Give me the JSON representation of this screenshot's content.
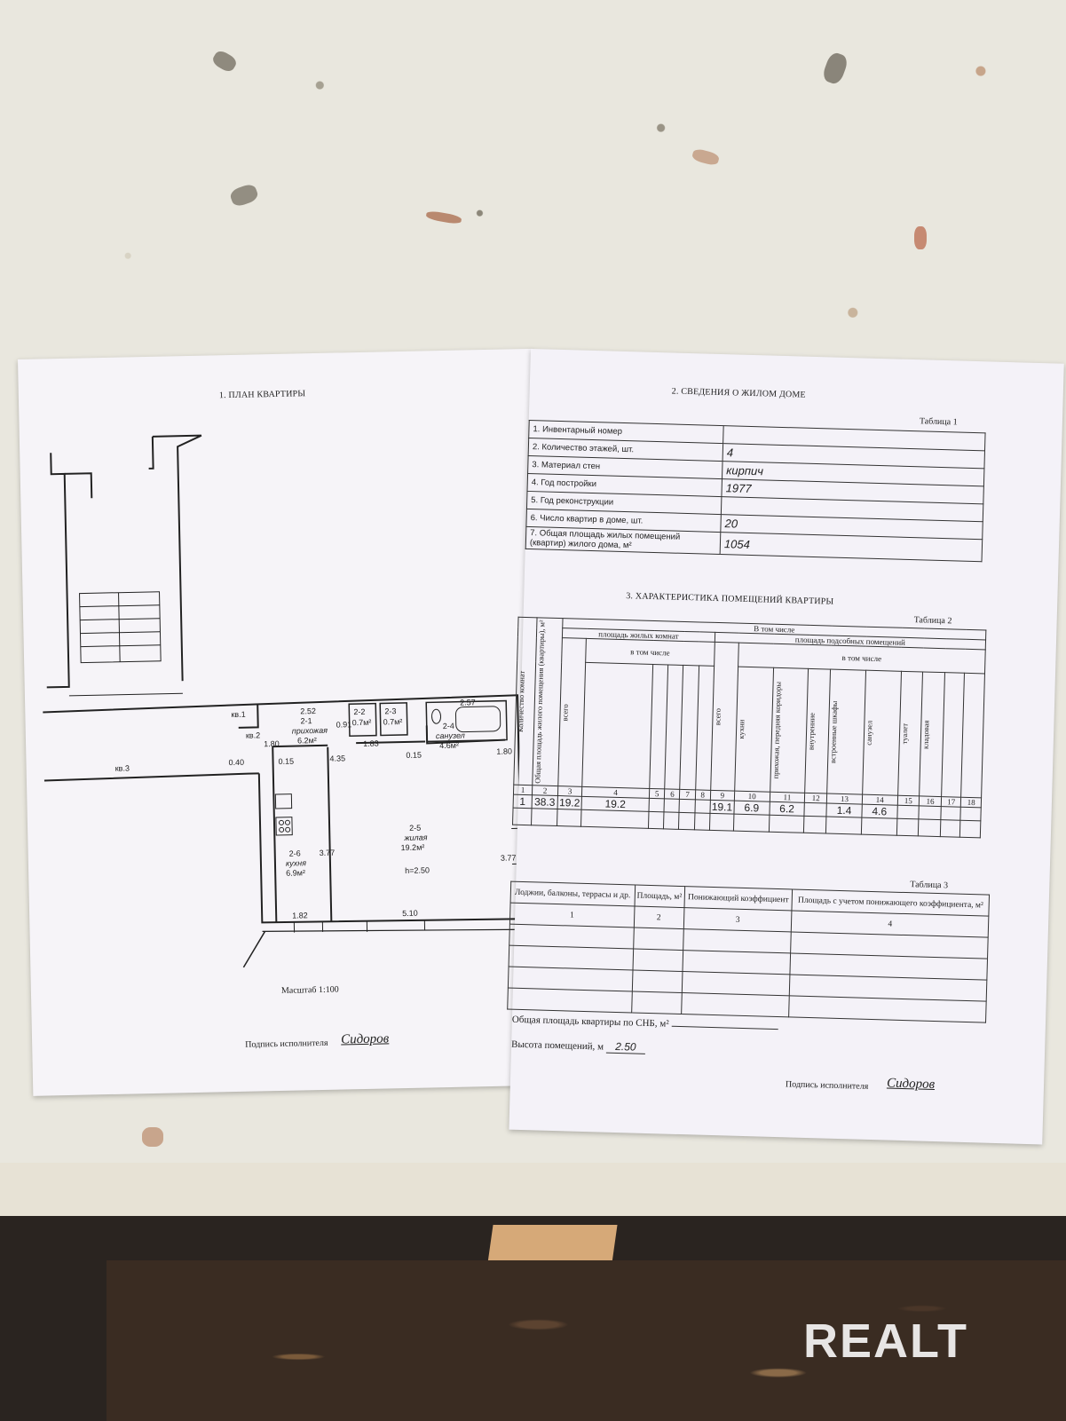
{
  "left_page": {
    "title": "1. ПЛАН КВАРТИРЫ",
    "plan_labels": {
      "kv1": "кв.1",
      "kv2": "кв.2",
      "kv3": "кв.3",
      "room_2_1_id": "2-1",
      "room_2_1_name": "прихожая",
      "room_2_1_area": "6.2м²",
      "room_2_2_id": "2-2",
      "room_2_2_area": "0.7м²",
      "room_2_3_id": "2-3",
      "room_2_3_area": "0.7м²",
      "room_2_4_id": "2-4",
      "room_2_4_name": "санузел",
      "room_2_4_area": "4.6м²",
      "room_2_5_id": "2-5",
      "room_2_5_name": "жилая",
      "room_2_5_area": "19.2м²",
      "room_2_5_height": "h=2.50",
      "room_2_6_id": "2-6",
      "room_2_6_name": "кухня",
      "room_2_6_area": "6.9м²",
      "dim_252": "2.52",
      "dim_091": "0.91",
      "dim_183": "1.83",
      "dim_257": "2.57",
      "dim_180a": "1.80",
      "dim_180b": "1.80",
      "dim_040": "0.40",
      "dim_015a": "0.15",
      "dim_435": "4.35",
      "dim_015b": "0.15",
      "dim_377a": "3.77",
      "dim_377b": "3.77",
      "dim_182": "1.82",
      "dim_510": "5.10"
    },
    "scale": "Масштаб 1:100",
    "signature_label": "Подпись исполнителя",
    "signature": "Сидоров"
  },
  "right_page": {
    "section2_title": "2. СВЕДЕНИЯ О ЖИЛОМ ДОМЕ",
    "table1_caption": "Таблица 1",
    "table1": [
      {
        "label": "1. Инвентарный номер",
        "value": ""
      },
      {
        "label": "2. Количество этажей, шт.",
        "value": "4"
      },
      {
        "label": "3. Материал стен",
        "value": "кирпич"
      },
      {
        "label": "4. Год постройки",
        "value": "1977"
      },
      {
        "label": "5. Год реконструкции",
        "value": ""
      },
      {
        "label": "6. Число квартир в доме, шт.",
        "value": "20"
      },
      {
        "label": "7. Общая площадь жилых помещений (квартир) жилого дома, м²",
        "value": "1054"
      }
    ],
    "section3_title": "3. ХАРАКТЕРИСТИКА ПОМЕЩЕНИЙ КВАРТИРЫ",
    "table2_caption": "Таблица 2",
    "table2": {
      "col_rooms": "Количество комнат",
      "col_total": "Общая площадь жилого помещения (квартиры), м²",
      "in_total": "В том числе",
      "living_group": "площадь жилых комнат",
      "aux_group": "площадь подсобных помещений",
      "incl_living": "в том числе",
      "incl_aux": "в том числе",
      "col_all_living": "всего",
      "col_all_aux": "всего",
      "aux_cols": [
        "кухни",
        "прихожая, передняя коридоры",
        "внутренние",
        "встроенные шкафы",
        "санузел",
        "туалет",
        "кладовая"
      ],
      "numbers": [
        "1",
        "2",
        "3",
        "4",
        "5",
        "6",
        "7",
        "8",
        "9",
        "10",
        "11",
        "12",
        "13",
        "14",
        "15",
        "16",
        "17",
        "18"
      ],
      "data_row": [
        "1",
        "38.3",
        "19.2",
        "19.2",
        "",
        "",
        "",
        "",
        "19.1",
        "6.9",
        "6.2",
        "",
        "1.4",
        "4.6",
        "",
        "",
        "",
        ""
      ]
    },
    "table3_caption": "Таблица 3",
    "table3": {
      "headers": [
        "Лоджии, балконы, террасы и др.",
        "Площадь, м²",
        "Понижающий коэффициент",
        "Площадь с учетом понижающего коэффициента, м²"
      ],
      "numbers": [
        "1",
        "2",
        "3",
        "4"
      ]
    },
    "total_area_label": "Общая площадь квартиры по СНБ, м²",
    "height_label": "Высота помещений, м",
    "height_value": "2.50",
    "signature_label": "Подпись исполнителя",
    "signature": "Сидоров"
  },
  "watermark": "REALT"
}
